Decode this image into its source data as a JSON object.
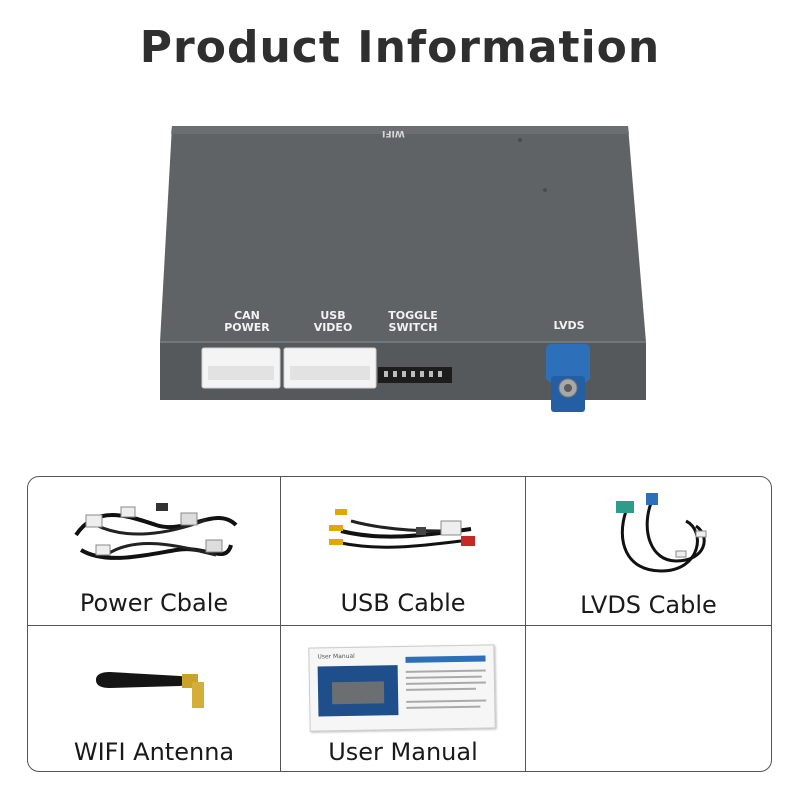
{
  "page": {
    "title": "Product Information"
  },
  "device": {
    "top_label": "WIFI",
    "ports": [
      {
        "name": "can-power",
        "label_line1": "CAN",
        "label_line2": "POWER"
      },
      {
        "name": "usb-video",
        "label_line1": "USB",
        "label_line2": "VIDEO"
      },
      {
        "name": "toggle-switch",
        "label_line1": "TOGGLE",
        "label_line2": "SWITCH"
      },
      {
        "name": "lvds",
        "label_line1": "LVDS",
        "label_line2": ""
      }
    ],
    "colors": {
      "body": "#5f6366",
      "front": "#55595c",
      "connector_white": "#f4f4f4",
      "lvds_blue": "#2d6fb8"
    }
  },
  "items": [
    {
      "label": "Power Cbale"
    },
    {
      "label": "USB Cable"
    },
    {
      "label": "LVDS Cable"
    },
    {
      "label": "WIFI Antenna"
    },
    {
      "label": "User Manual"
    }
  ],
  "manual": {
    "cover_title": "User Manual"
  }
}
